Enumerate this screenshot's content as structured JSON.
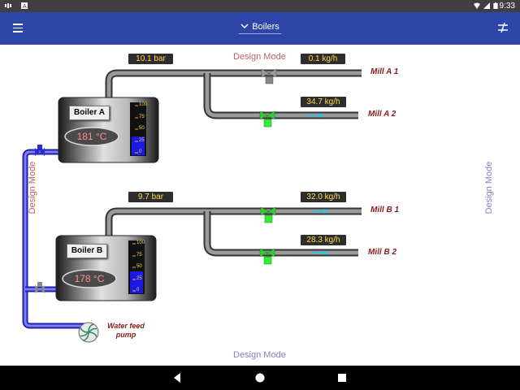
{
  "status_bar": {
    "time": "9:33",
    "icons": [
      "signal-icon",
      "a-icon",
      "wifi-icon",
      "cellular-icon",
      "battery-icon"
    ]
  },
  "app_bar": {
    "title": "Boilers",
    "menu_icon": "hamburger-icon",
    "filter_icon": "filter-settings-icon",
    "accent": "#2e46a8"
  },
  "design_mode_labels": {
    "top": "Design Mode",
    "left": "Design Mode",
    "right": "Design Mode",
    "bottom": "Design Mode"
  },
  "boiler_a": {
    "name": "Boiler A",
    "temperature": "181 °C",
    "pressure": "10.1 bar",
    "level_ticks": [
      "100",
      "75",
      "50",
      "25",
      "0"
    ],
    "level_fraction": 0.32,
    "outputs": [
      {
        "mill": "Mill A 1",
        "flow": "0.1 kg/h",
        "valve": "closed"
      },
      {
        "mill": "Mill A 2",
        "flow": "34.7 kg/h",
        "valve": "open"
      }
    ]
  },
  "boiler_b": {
    "name": "Boiler B",
    "temperature": "178 °C",
    "pressure": "9.7 bar",
    "level_ticks": [
      "100",
      "75",
      "50",
      "25",
      "0"
    ],
    "level_fraction": 0.42,
    "outputs": [
      {
        "mill": "Mill B 1",
        "flow": "32.0 kg/h",
        "valve": "open"
      },
      {
        "mill": "Mill B 2",
        "flow": "28.3 kg/h",
        "valve": "open"
      }
    ]
  },
  "pump": {
    "label_line1": "Water feed",
    "label_line2": "pump"
  },
  "colors": {
    "pipe": "#555555",
    "water_pipe": "#4545e0",
    "valve_open": "#33cc33",
    "valve_closed": "#888888",
    "flow_arrow": "#1ec8f0",
    "readout_text": "#ffd84a",
    "design_top": "#c06060",
    "design_side": "#8080c8"
  }
}
